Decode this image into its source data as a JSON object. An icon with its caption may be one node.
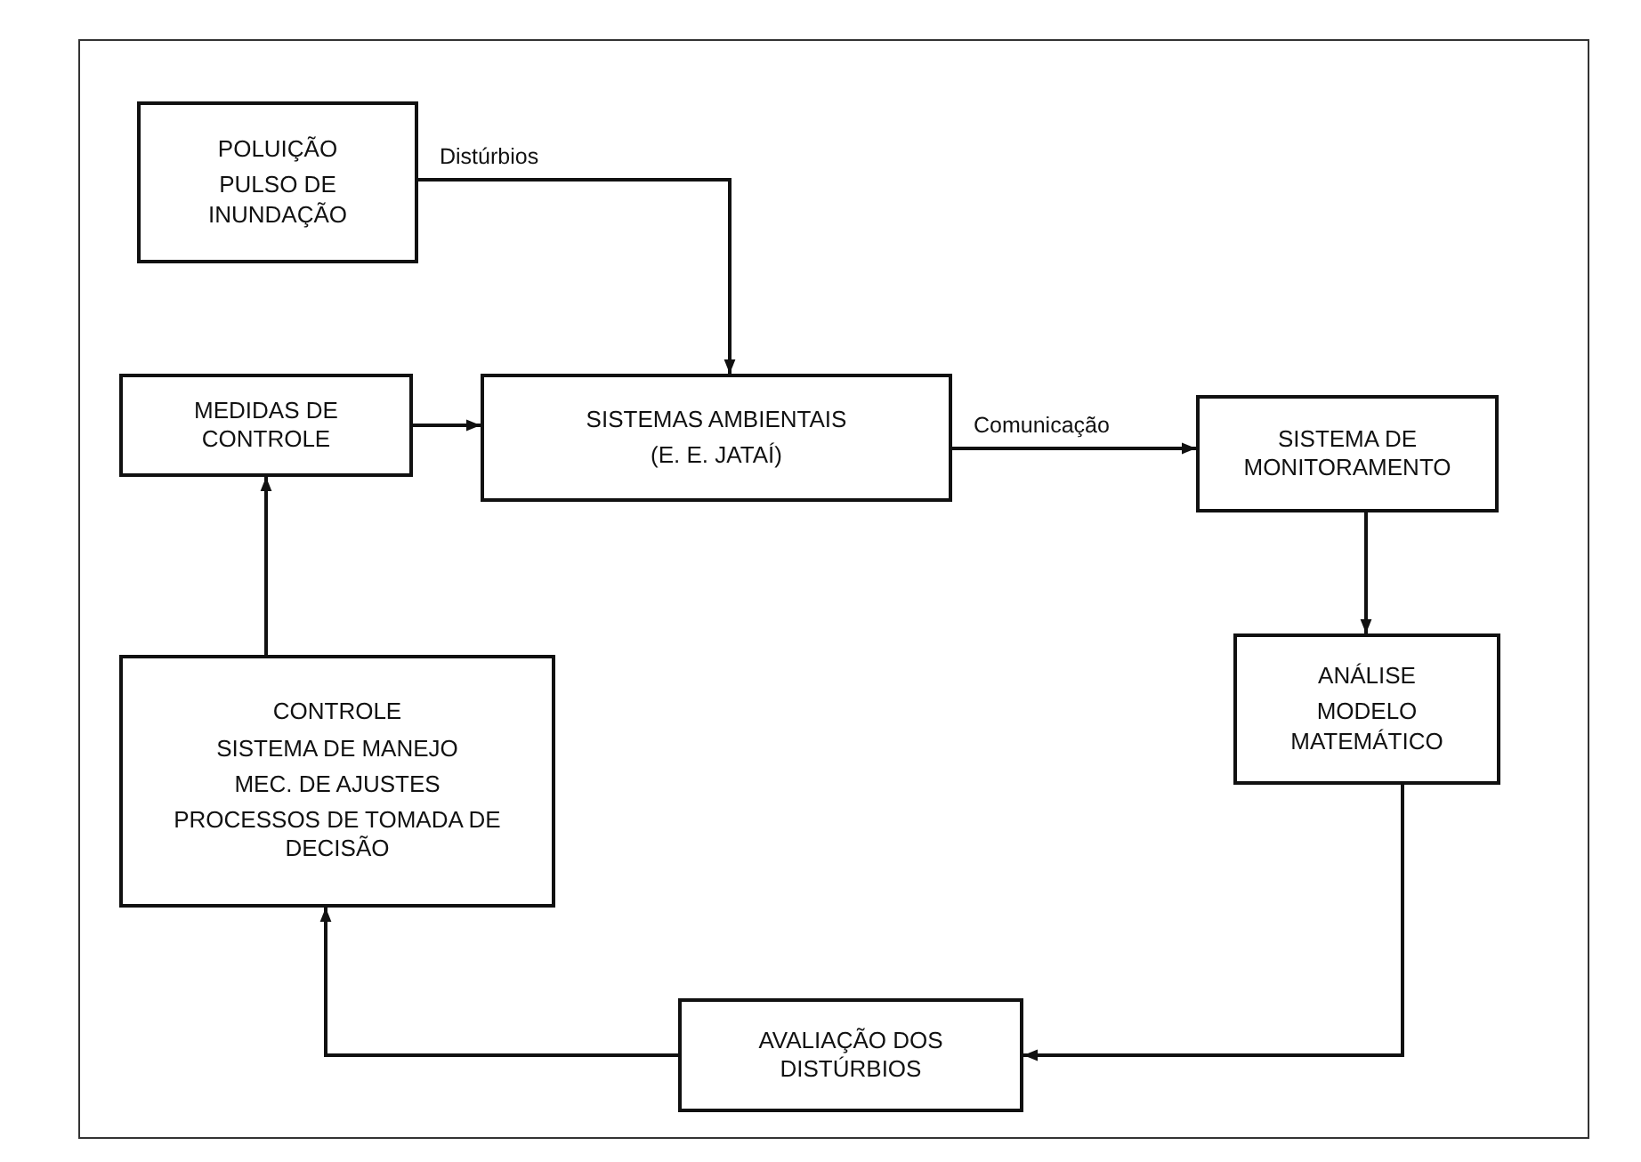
{
  "diagram": {
    "nodes": [
      {
        "text": [
          "POLUIÇÃO",
          "PULSO DE INUNDAÇÃO"
        ]
      },
      {
        "text": [
          "MEDIDAS DE CONTROLE"
        ]
      },
      {
        "text": [
          "SISTEMAS AMBIENTAIS",
          "(E. E. JATAÍ)"
        ]
      },
      {
        "text": [
          "SISTEMA DE MONITORAMENTO"
        ]
      },
      {
        "text": [
          "ANÁLISE",
          "MODELO MATEMÁTICO"
        ]
      },
      {
        "text": [
          "CONTROLE",
          "SISTEMA DE MANEJO",
          "MEC. DE AJUSTES",
          "PROCESSOS DE TOMADA DE DECISÃO"
        ]
      },
      {
        "text": [
          "AVALIAÇÃO DOS DISTÚRBIOS"
        ]
      }
    ],
    "edges": [
      {
        "from": 0,
        "to": 2,
        "arrow": "to",
        "label": "Distúrbios"
      },
      {
        "from": 1,
        "to": 2,
        "arrow": "to"
      },
      {
        "from": 2,
        "to": 3,
        "arrow": "to",
        "label": "Comunicação"
      },
      {
        "from": 3,
        "to": 4,
        "arrow": "to"
      },
      {
        "from": 4,
        "to": 6,
        "arrow": "to"
      },
      {
        "from": 6,
        "to": 5,
        "arrow": "to"
      },
      {
        "from": 5,
        "to": 1,
        "arrow": "to"
      }
    ]
  }
}
